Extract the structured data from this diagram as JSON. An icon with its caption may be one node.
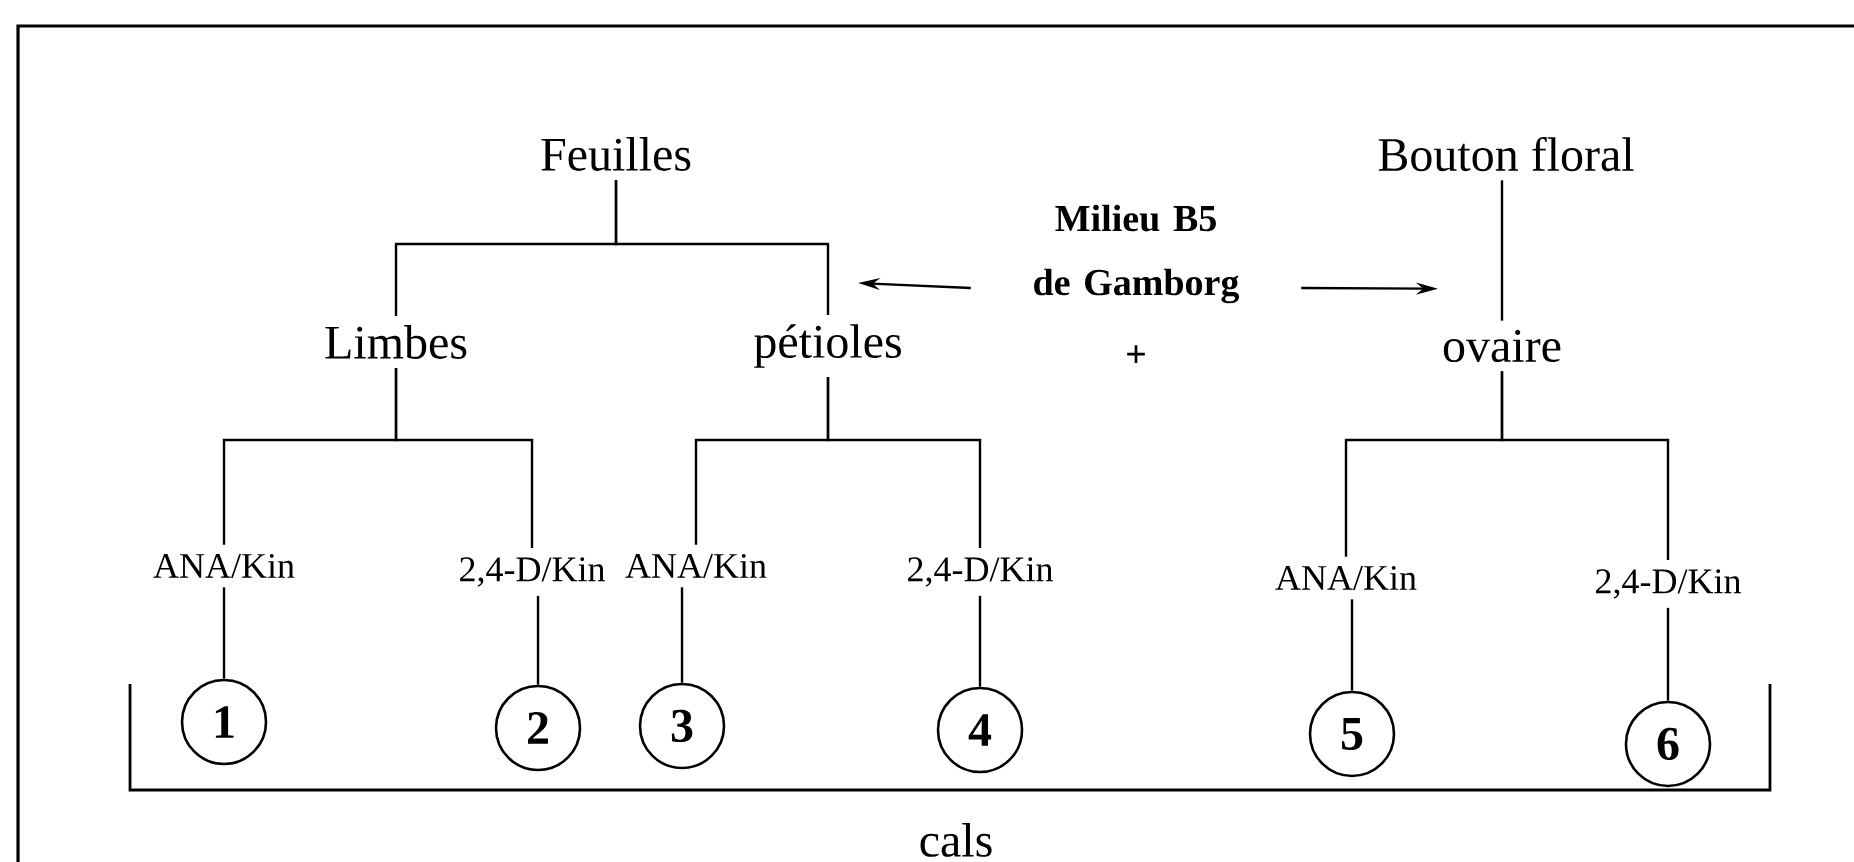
{
  "diagram": {
    "nodes": [
      {
        "text": [
          "Feuilles"
        ]
      },
      {
        "text": [
          "Limbes"
        ]
      },
      {
        "text": [
          "pétioles"
        ]
      },
      {
        "text": [
          "Milieu B5 de Gamborg"
        ]
      },
      {
        "text": [
          "Bouton floral"
        ]
      },
      {
        "text": [
          "ovaire"
        ]
      },
      {
        "text": [
          "ANA/Kin"
        ]
      },
      {
        "text": [
          "2,4-D/Kin"
        ]
      },
      {
        "text": [
          "ANA/Kin"
        ]
      },
      {
        "text": [
          "2,4-D/Kin"
        ]
      },
      {
        "text": [
          "ANA/Kin"
        ]
      },
      {
        "text": [
          "2,4-D/Kin"
        ]
      },
      {
        "text": [
          "1"
        ]
      },
      {
        "text": [
          "2"
        ]
      },
      {
        "text": [
          "3"
        ]
      },
      {
        "text": [
          "4"
        ]
      },
      {
        "text": [
          "5"
        ]
      },
      {
        "text": [
          "6"
        ]
      }
    ],
    "edges": [
      {
        "from": 0,
        "to": 1,
        "arrow": "none"
      },
      {
        "from": 0,
        "to": 2,
        "arrow": "none"
      },
      {
        "from": 3,
        "to": 2,
        "arrow": "to"
      },
      {
        "from": 3,
        "to": 5,
        "arrow": "to"
      },
      {
        "from": 4,
        "to": 5,
        "arrow": "none"
      },
      {
        "from": 1,
        "to": 6,
        "arrow": "none"
      },
      {
        "from": 1,
        "to": 7,
        "arrow": "none"
      },
      {
        "from": 2,
        "to": 8,
        "arrow": "none"
      },
      {
        "from": 2,
        "to": 9,
        "arrow": "none"
      },
      {
        "from": 5,
        "to": 10,
        "arrow": "none"
      },
      {
        "from": 5,
        "to": 11,
        "arrow": "none"
      },
      {
        "from": 6,
        "to": 12,
        "arrow": "none"
      },
      {
        "from": 7,
        "to": 13,
        "arrow": "none"
      },
      {
        "from": 8,
        "to": 14,
        "arrow": "none"
      },
      {
        "from": 9,
        "to": 15,
        "arrow": "none"
      },
      {
        "from": 10,
        "to": 16,
        "arrow": "none"
      },
      {
        "from": 11,
        "to": 17,
        "arrow": "none"
      }
    ],
    "labels": [
      "+",
      "cals"
    ]
  }
}
